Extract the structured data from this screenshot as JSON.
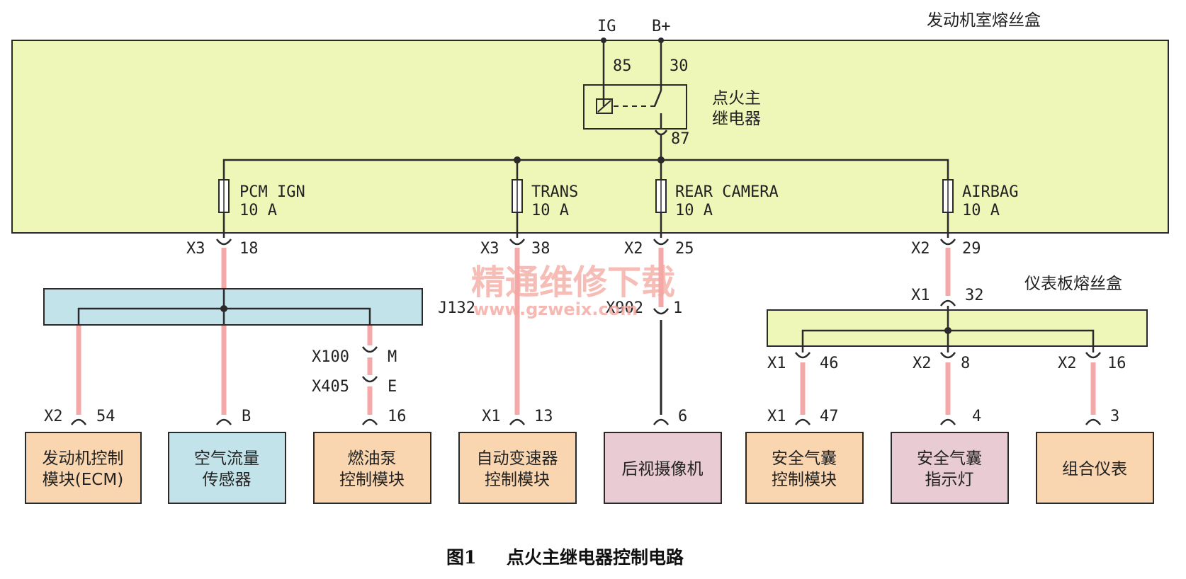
{
  "title": "发动机室熔丝盒",
  "ip_fuse_box": "仪表板熔丝盒",
  "caption": {
    "number": "图1",
    "text": "点火主继电器控制电路"
  },
  "watermark": {
    "cn": "精通维修下载",
    "url": "www.gzweix.com"
  },
  "power": {
    "ig": "IG",
    "bplus": "B+"
  },
  "relay": {
    "pin85": "85",
    "pin30": "30",
    "pin87": "87",
    "name_line1": "点火主",
    "name_line2": "继电器"
  },
  "fuses": [
    {
      "name": "PCM IGN",
      "rating": "10 A"
    },
    {
      "name": "TRANS",
      "rating": "10 A"
    },
    {
      "name": "REAR CAMERA",
      "rating": "10 A"
    },
    {
      "name": "AIRBAG",
      "rating": "10 A"
    }
  ],
  "connectors": {
    "pcm_out": {
      "conn": "X3",
      "pin": "18"
    },
    "trans_out": {
      "conn": "X3",
      "pin": "38"
    },
    "cam_out": {
      "conn": "X2",
      "pin": "25"
    },
    "airbag_out": {
      "conn": "X2",
      "pin": "29"
    },
    "splice": "J132",
    "x902": {
      "conn": "X902",
      "pin": "1"
    },
    "ip_in": {
      "conn": "X1",
      "pin": "32"
    },
    "x100": {
      "conn": "X100",
      "pin": "M"
    },
    "x405": {
      "conn": "X405",
      "pin": "E"
    },
    "ip_out1": {
      "conn": "X1",
      "pin": "46"
    },
    "ip_out2": {
      "conn": "X2",
      "pin": "8"
    },
    "ip_out3": {
      "conn": "X2",
      "pin": "16"
    }
  },
  "components": [
    {
      "conn": "X2",
      "pin": "54",
      "line1": "发动机控制",
      "line2": "模块(ECM)",
      "color": "#f9d6b0"
    },
    {
      "conn": "",
      "pin": "B",
      "line1": "空气流量",
      "line2": "传感器",
      "color": "#c3e3ea"
    },
    {
      "conn": "",
      "pin": "16",
      "line1": "燃油泵",
      "line2": "控制模块",
      "color": "#f9d6b0"
    },
    {
      "conn": "X1",
      "pin": "13",
      "line1": "自动变速器",
      "line2": "控制模块",
      "color": "#f9d6b0"
    },
    {
      "conn": "",
      "pin": "6",
      "line1": "后视摄像机",
      "line2": "",
      "color": "#e8cbd3"
    },
    {
      "conn": "X1",
      "pin": "47",
      "line1": "安全气囊",
      "line2": "控制模块",
      "color": "#f9d6b0"
    },
    {
      "conn": "",
      "pin": "4",
      "line1": "安全气囊",
      "line2": "指示灯",
      "color": "#e8cbd3"
    },
    {
      "conn": "",
      "pin": "3",
      "line1": "组合仪表",
      "line2": "",
      "color": "#f9d6b0"
    }
  ],
  "colors": {
    "fuse_box": "#eef6b8",
    "splice_box": "#c3e3ea",
    "wire_pink": "#f4a8a8",
    "line": "#2a2a2a"
  }
}
